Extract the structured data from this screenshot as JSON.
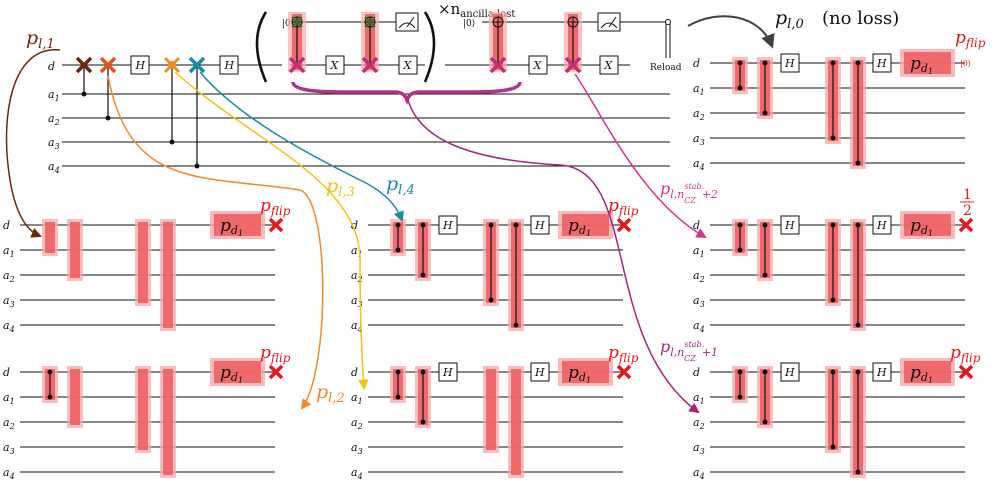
{
  "colors": {
    "brown": "#6b2a0e",
    "orange_red": "#e8521b",
    "orange": "#f08a2a",
    "yellow": "#f2c40f",
    "teal": "#1b8aa6",
    "magenta": "#b0328f",
    "pink": "#d6338f",
    "gray": "#404040",
    "red": "#e8161b"
  },
  "top_circuit": {
    "ket_zero": "|0⟩",
    "ket_zero_2": "|0⟩",
    "hadamard": "H",
    "x_gate": "X",
    "reload_label": "Reload",
    "repeat_label": "×n",
    "repeat_subscript": "ancilla lost"
  },
  "wire_labels": [
    "d",
    "a1",
    "a2",
    "a3",
    "a4"
  ],
  "branch_labels": {
    "pl1": "p",
    "pl1_sub": "l,1",
    "pl2": "p",
    "pl2_sub": "l,2",
    "pl3": "p",
    "pl3_sub": "l,3",
    "pl4": "p",
    "pl4_sub": "l,4",
    "pl0": "p",
    "pl0_sub": "l,0",
    "no_loss": "(no loss)",
    "pl_ncz2": "p",
    "pl_ncz2_sub": "l,n",
    "pl_ncz2_sup": "stab.",
    "pl_ncz2_subsub": "CZ",
    "pl_ncz2_tail": "+2",
    "pl_ncz1": "p",
    "pl_ncz1_sub": "l,n",
    "pl_ncz1_sup": "stab.",
    "pl_ncz1_subsub": "CZ",
    "pl_ncz1_tail": "+1"
  },
  "panel_labels": {
    "pd": "p",
    "pd_sub": "d",
    "pd_subsub": "1",
    "pflip": "p",
    "pflip_sub": "flip",
    "half_num": "1",
    "half_den": "2",
    "ket_zero_small": "|0⟩"
  }
}
